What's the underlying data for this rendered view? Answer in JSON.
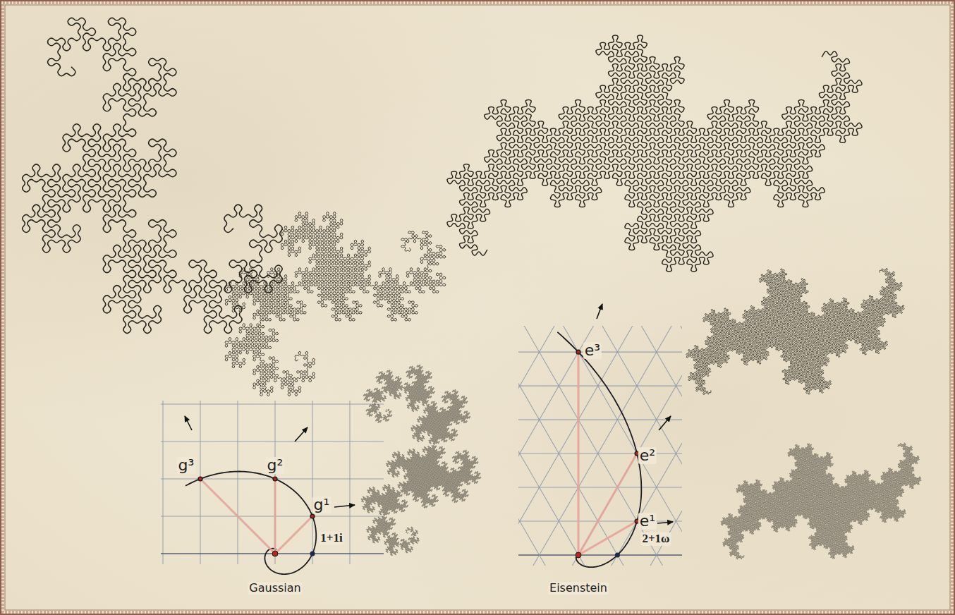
{
  "diagram": {
    "labels": [
      "g³",
      "g²",
      "g¹",
      "1+1i",
      "Gaussian",
      "e³",
      "e²",
      "e¹",
      "2+1ω",
      "Eisenstein"
    ]
  }
}
